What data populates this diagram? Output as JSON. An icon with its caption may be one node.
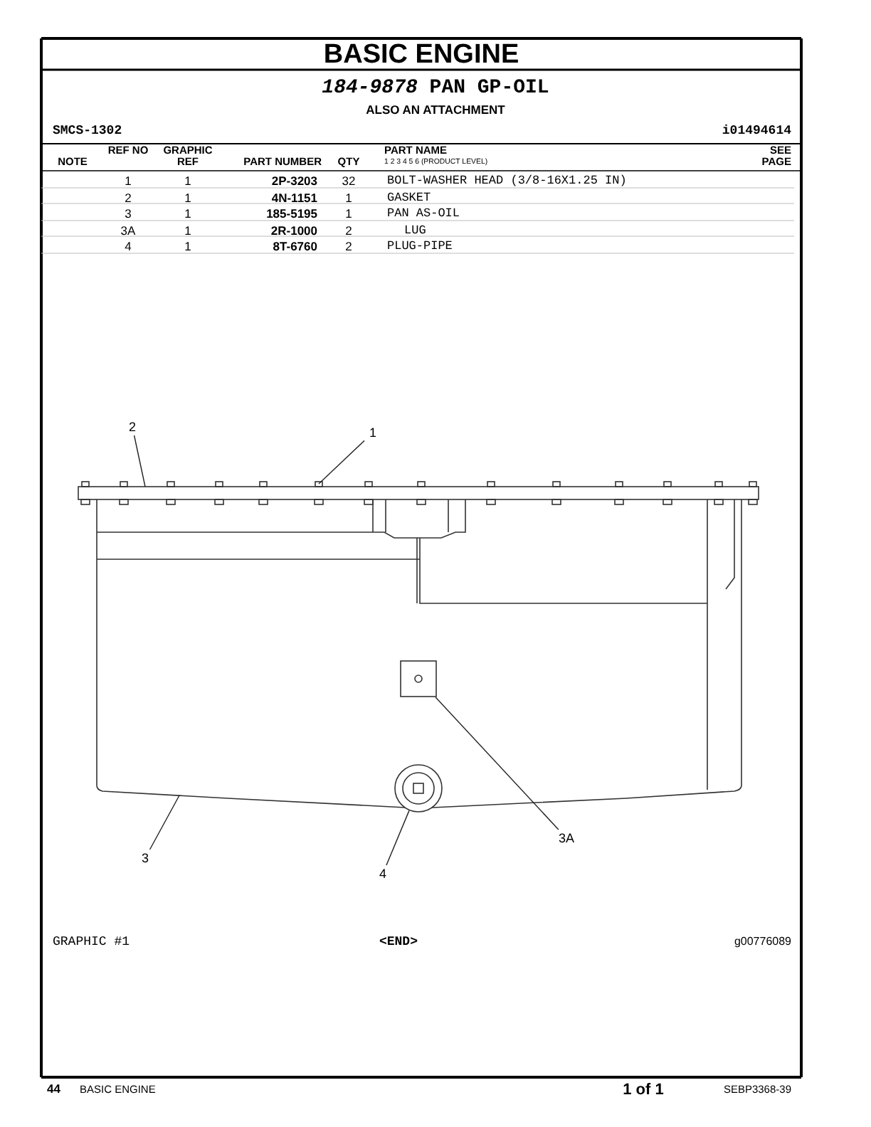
{
  "diagram": {
    "title": "BASIC ENGINE",
    "nodes": [
      {
        "text": [
          "2"
        ]
      },
      {
        "text": [
          "1"
        ]
      },
      {
        "text": [],
        "shape": "box"
      },
      {
        "text": [
          "3A"
        ]
      },
      {
        "text": [],
        "shape": "circle"
      },
      {
        "text": [
          "3"
        ]
      },
      {
        "text": [
          "4"
        ]
      }
    ],
    "edges": [
      {
        "from": 0,
        "to": null,
        "arrow": "none"
      },
      {
        "from": 1,
        "to": null,
        "arrow": "none"
      },
      {
        "from": 3,
        "to": 2,
        "arrow": "none"
      },
      {
        "from": 5,
        "to": null,
        "arrow": "none"
      },
      {
        "from": 6,
        "to": 4,
        "arrow": "none"
      }
    ],
    "labels": [
      "*184-9878* PAN GP-OIL",
      "ALSO AN ATTACHMENT",
      "SMCS-1302",
      "i01494614",
      "NOTE",
      "REF NO",
      "GRAPHIC REF",
      "PART NUMBER",
      "QTY",
      "PART NAME",
      "1 2 3 4 5 6 (PRODUCT LEVEL)",
      "SEE PAGE",
      "1",
      "1",
      "2P-3203",
      "32",
      "BOLT-WASHER HEAD (3/8-16X1.25 IN)",
      "2",
      "1",
      "4N-1151",
      "1",
      "GASKET",
      "3",
      "1",
      "185-5195",
      "1",
      "PAN AS-OIL",
      "3A",
      "1",
      "2R-1000",
      "2",
      "LUG",
      "4",
      "1",
      "8T-6760",
      "2",
      "PLUG-PIPE",
      "GRAPHIC #1",
      "<END>",
      "g00776089",
      "44",
      "BASIC ENGINE",
      "1 of 1",
      "SEBP3368-39"
    ]
  }
}
